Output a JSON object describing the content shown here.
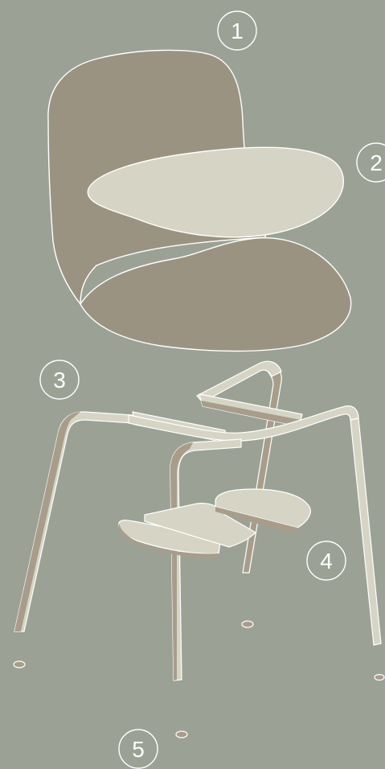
{
  "diagram": {
    "callouts": [
      {
        "id": "1",
        "label": "1"
      },
      {
        "id": "2",
        "label": "2"
      },
      {
        "id": "3",
        "label": "3"
      },
      {
        "id": "4",
        "label": "4"
      },
      {
        "id": "5",
        "label": "5"
      }
    ],
    "colors": {
      "background": "#9ba295",
      "shell": "#9b9381",
      "tablet": "#d6d5c5",
      "frame_fill": "#d6d5c5",
      "frame_shadow": "#a89d8a",
      "stroke": "#ffffff"
    },
    "parts": [
      {
        "name": "shell",
        "icon": "seat-shell-icon"
      },
      {
        "name": "writing-tablet",
        "icon": "writing-tablet-icon"
      },
      {
        "name": "frame",
        "icon": "chair-frame-icon"
      },
      {
        "name": "bookrack",
        "icon": "bookrack-icon"
      },
      {
        "name": "glides",
        "icon": "glide-icon"
      }
    ]
  }
}
